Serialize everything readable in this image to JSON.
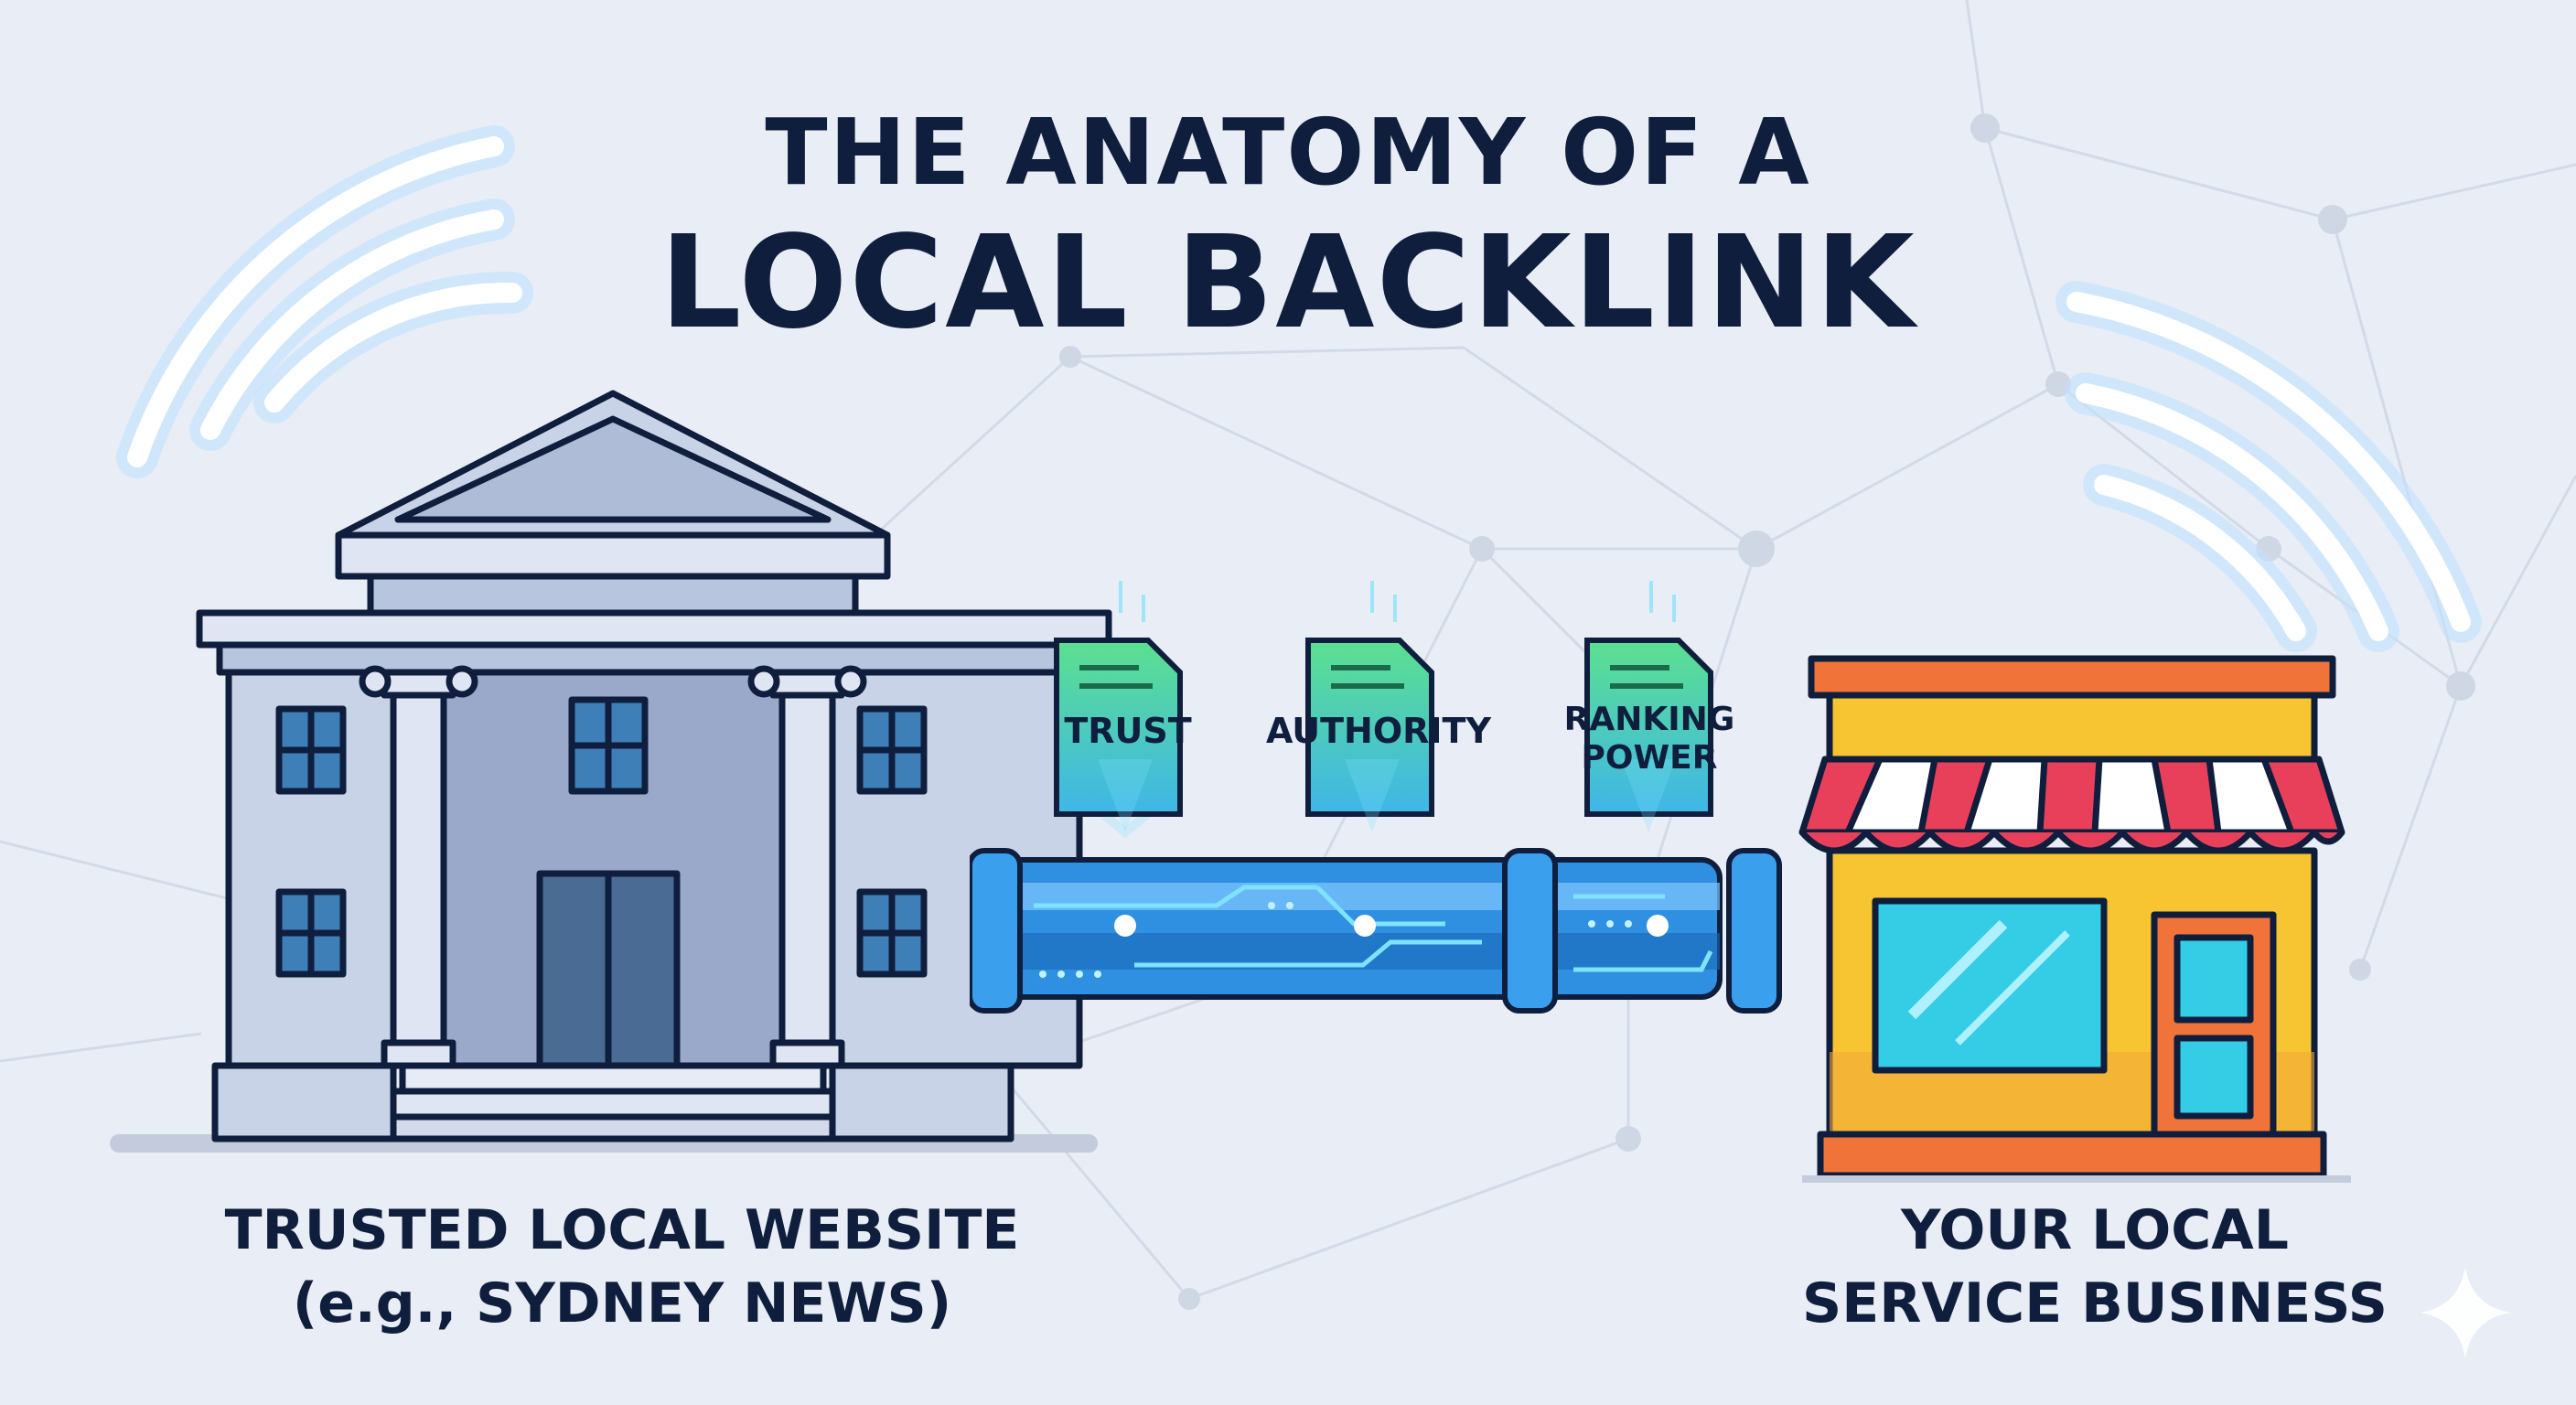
{
  "title": {
    "line1": "THE ANATOMY OF A",
    "line2": "LOCAL BACKLINK"
  },
  "source": {
    "label_line1": "TRUSTED LOCAL WEBSITE",
    "label_line2": "(e.g., SYDNEY NEWS)",
    "icon": "courthouse-building-icon"
  },
  "target": {
    "label_line1": "YOUR LOCAL",
    "label_line2": "SERVICE BUSINESS",
    "icon": "storefront-icon"
  },
  "link_values": [
    {
      "line1": "TRUST",
      "line2": ""
    },
    {
      "line1": "AUTHORITY",
      "line2": ""
    },
    {
      "line1": "RANKING",
      "line2": "POWER"
    }
  ],
  "colors": {
    "background": "#e9edf5",
    "ink": "#0f1e3d",
    "building": "#c9d3e8",
    "building_dark": "#9aa9c9",
    "pipe": "#2f8fe0",
    "pipe_glow": "#7fe3ff",
    "doc": "#4fd692",
    "awning_red": "#e8405a",
    "shop_yellow": "#f7c531",
    "shop_orange": "#f0743a",
    "glass": "#35cde6"
  }
}
